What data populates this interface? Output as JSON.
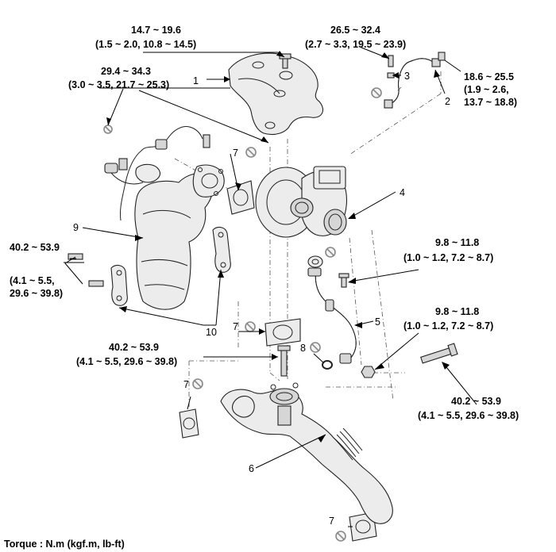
{
  "torque_specs": {
    "heatshield_bolt": {
      "nm": "14.7 ~ 19.6",
      "conv": "(1.5 ~ 2.0, 10.8 ~ 14.5)"
    },
    "manifold_nut": {
      "nm": "29.4 ~ 34.3",
      "conv": "(3.0 ~ 3.5, 21.7 ~ 25.3)"
    },
    "oil_feed_bolt": {
      "nm": "26.5 ~ 32.4",
      "conv": "(2.7 ~ 3.3, 19.5 ~ 23.9)"
    },
    "oil_feed_banjo": {
      "nm": "18.6 ~ 25.5",
      "conv1": "(1.9 ~ 2.6,",
      "conv2": "13.7 ~ 18.8)"
    },
    "stay_bolt": {
      "nm": "40.2 ~ 53.9",
      "conv1": "(4.1 ~ 5.5,",
      "conv2": "29.6 ~ 39.8)"
    },
    "return_bolt": {
      "nm": "9.8 ~ 11.8",
      "conv": "(1.0 ~ 1.2, 7.2 ~ 8.7)"
    },
    "return_nut": {
      "nm": "9.8 ~ 11.8",
      "conv": "(1.0 ~ 1.2, 7.2 ~ 8.7)"
    },
    "stud_bolt": {
      "nm": "40.2 ~ 53.9",
      "conv": "(4.1 ~ 5.5, 29.6 ~ 39.8)"
    },
    "pipe_bolt": {
      "nm": "40.2 ~ 53.9",
      "conv": "(4.1 ~ 5.5, 29.6 ~ 39.8)"
    }
  },
  "callouts": {
    "c1": "1",
    "c2": "2",
    "c3": "3",
    "c4": "4",
    "c5": "5",
    "c6": "6",
    "c7a": "7",
    "c7b": "7",
    "c7c": "7",
    "c7d": "7",
    "c8": "8",
    "c9": "9",
    "c10": "10"
  },
  "footer": {
    "torque_unit": "Torque : N.m (kgf.m, lb-ft)"
  },
  "icons": {
    "do_not_reuse": "no-reuse-icon"
  }
}
